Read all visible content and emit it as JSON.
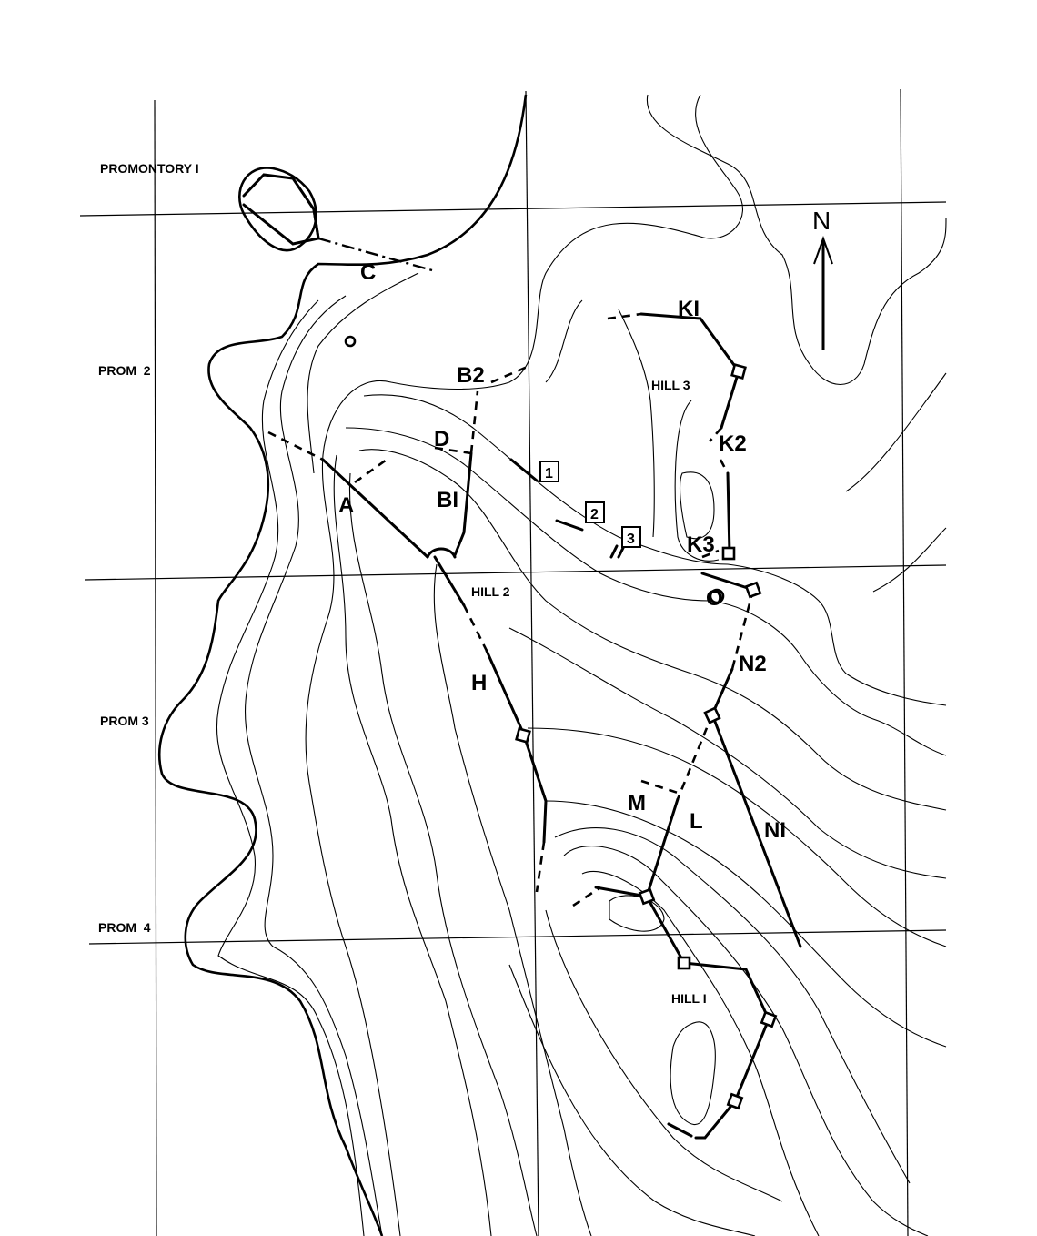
{
  "map": {
    "promontories": [
      "PROMONTORY I",
      "PROM  2",
      "PROM 3",
      "PROM  4"
    ],
    "hills": [
      "HILL 2",
      "HILL 3",
      "HILL I"
    ],
    "wall_labels": [
      "C",
      "B2",
      "D",
      "BI",
      "A",
      "KI",
      "K2",
      "K3",
      "O",
      "N2",
      "H",
      "M",
      "L",
      "NI"
    ],
    "numbered_boxes": [
      "1",
      "2",
      "3"
    ],
    "north_label": "N"
  }
}
